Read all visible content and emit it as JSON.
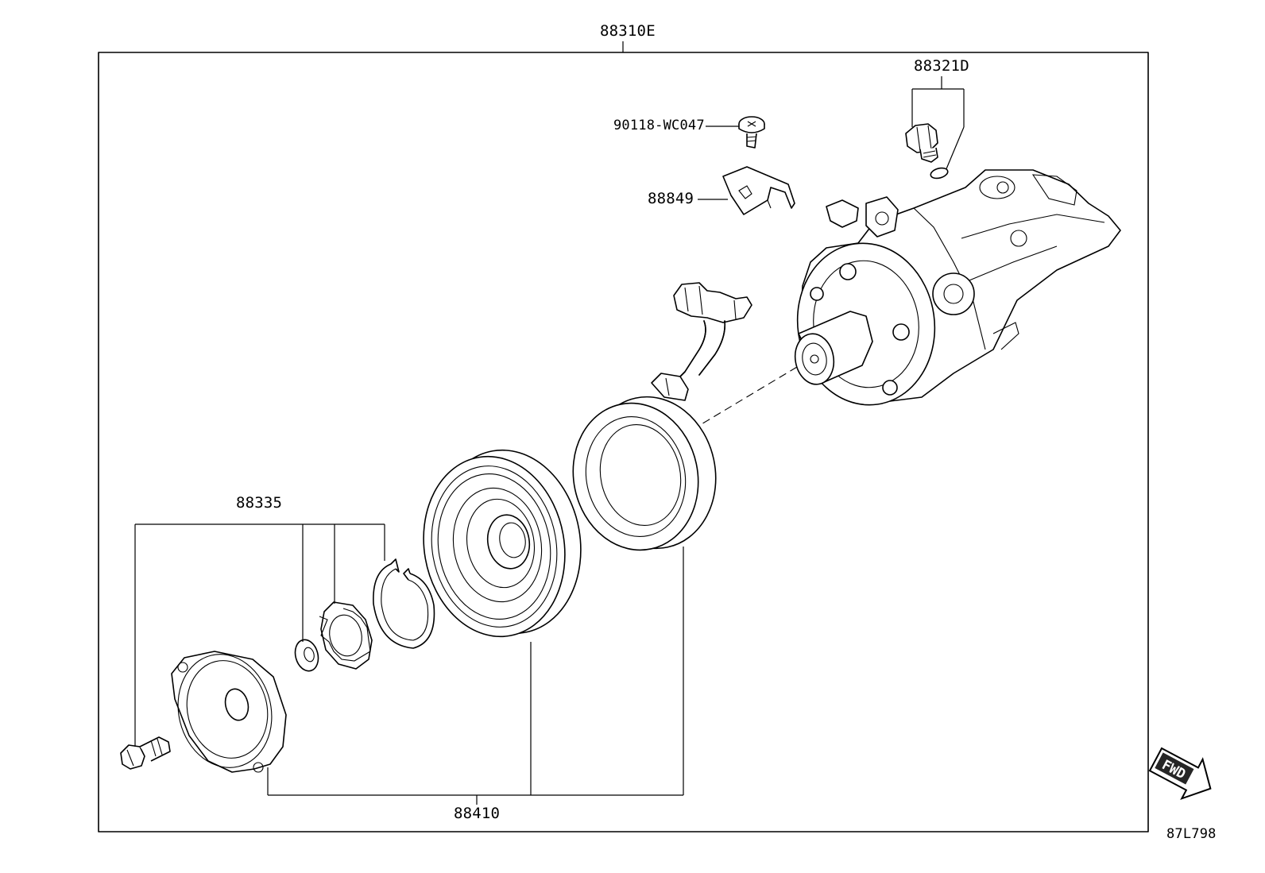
{
  "parts": {
    "assembly": "88310E",
    "valve": "88321D",
    "screw": "90118-WC047",
    "bracket": "88849",
    "clutch_parts": "88335",
    "clutch_assembly": "88410"
  },
  "fwd_label": "FWD",
  "illustration_code": "87L798",
  "icons": {
    "compressor": "compressor-icon",
    "coil": "clutch-coil-icon",
    "pulley": "pulley-icon",
    "snap_ring": "snap-ring-icon",
    "shim": "shim-icon",
    "washer": "washer-icon",
    "pressure_plate": "pressure-plate-icon",
    "bolt": "bolt-icon",
    "fwd_arrow": "fwd-arrow-icon"
  }
}
